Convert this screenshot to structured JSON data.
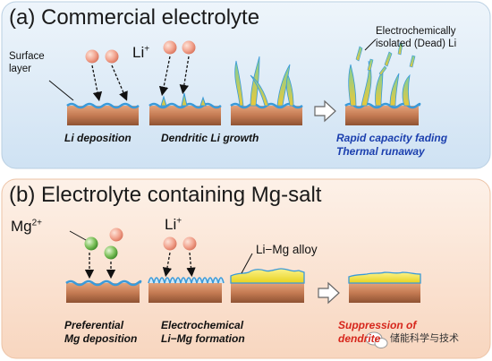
{
  "panel_a": {
    "title": "(a) Commercial electrolyte",
    "surface_label_1": "Surface",
    "surface_label_2": "layer",
    "ion": "Li",
    "ion_charge": "+",
    "dead_li_1": "Electrochemically",
    "dead_li_2": "isolated (Dead)  Li",
    "caption_1": "Li deposition",
    "caption_2": "Dendritic Li growth",
    "result_1": "Rapid capacity fading",
    "result_2": "Thermal runaway"
  },
  "panel_b": {
    "title": "(b) Electrolyte containing Mg-salt",
    "mg_ion": "Mg",
    "mg_charge": "2+",
    "li_ion": "Li",
    "li_charge": "+",
    "alloy_label": "Li−Mg alloy",
    "caption_1a": "Preferential",
    "caption_1b": "Mg deposition",
    "caption_2a": "Electrochemical",
    "caption_2b": "Li−Mg formation",
    "result_1": "Suppression of",
    "result_2": "dendrite"
  },
  "watermark": "储能科学与技术",
  "colors": {
    "panel_a_bg": "#dbeaf6",
    "panel_b_bg": "#fbe3d3",
    "electrode": "#c9825a",
    "surface_layer": "#3a9ad9",
    "li_particle": "#f2a48f",
    "mg_particle": "#7cc05a",
    "dendrite": "#8fbf3a",
    "alloy": "#f2e23a",
    "result_blue": "#1b3fae",
    "result_red": "#d6261c"
  }
}
